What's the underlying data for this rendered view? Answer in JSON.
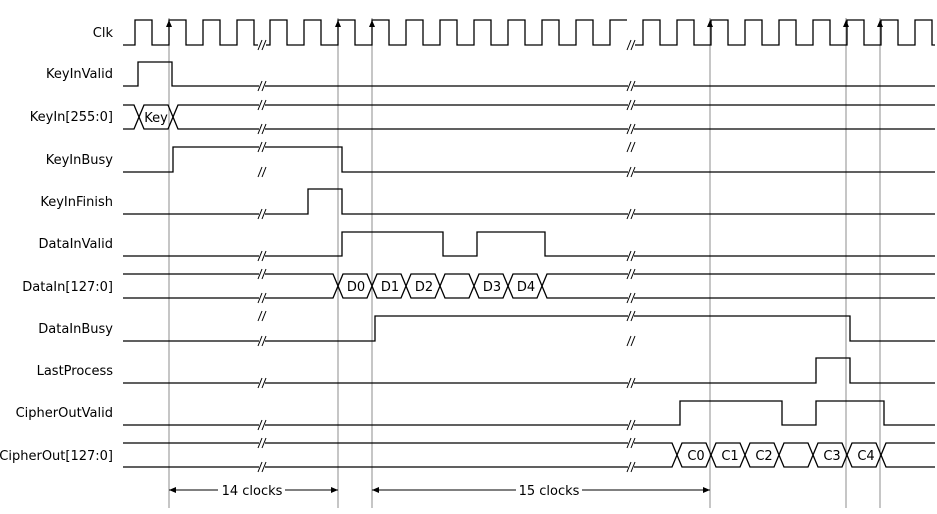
{
  "signals": [
    {
      "id": "clk",
      "name": "Clk"
    },
    {
      "id": "keyinvalid",
      "name": "KeyInValid"
    },
    {
      "id": "keyin",
      "name": "KeyIn[255:0]"
    },
    {
      "id": "keyinbusy",
      "name": "KeyInBusy"
    },
    {
      "id": "keyinfinish",
      "name": "KeyInFinish"
    },
    {
      "id": "datainvalid",
      "name": "DataInValid"
    },
    {
      "id": "datain",
      "name": "DataIn[127:0]"
    },
    {
      "id": "datainbusy",
      "name": "DataInBusy"
    },
    {
      "id": "lastprocess",
      "name": "LastProcess"
    },
    {
      "id": "cipheroutvalid",
      "name": "CipherOutValid"
    },
    {
      "id": "cipherout",
      "name": "CipherOut[127:0]"
    }
  ],
  "bus_values": {
    "keyin": [
      "Key"
    ],
    "datain": [
      "D0",
      "D1",
      "D2",
      "D3",
      "D4"
    ],
    "cipherout": [
      "C0",
      "C1",
      "C2",
      "C3",
      "C4"
    ]
  },
  "durations": [
    {
      "id": "keyexp",
      "label": "14 clocks"
    },
    {
      "id": "process",
      "label": "15 clocks"
    }
  ]
}
